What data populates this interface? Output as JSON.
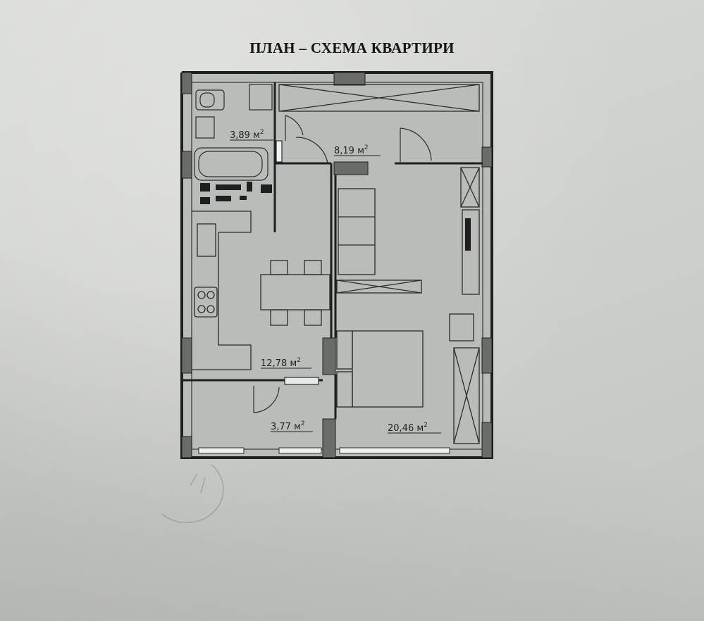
{
  "title": "ПЛАН – СХЕМА КВАРТИРИ",
  "rooms": [
    {
      "id": "bathroom",
      "area": "3,89 м",
      "sup": "2"
    },
    {
      "id": "corridor",
      "area": "8,19 м",
      "sup": "2"
    },
    {
      "id": "kitchen",
      "area": "12,78 м",
      "sup": "2"
    },
    {
      "id": "storage",
      "area": "3,77 м",
      "sup": "2"
    },
    {
      "id": "bedroom",
      "area": "20,46 м",
      "sup": "2"
    }
  ],
  "colors": {
    "wall": "#1e1f1e",
    "floor": "#b7bcb8",
    "column": "#6a6c6a",
    "line": "#3a3c3a"
  }
}
